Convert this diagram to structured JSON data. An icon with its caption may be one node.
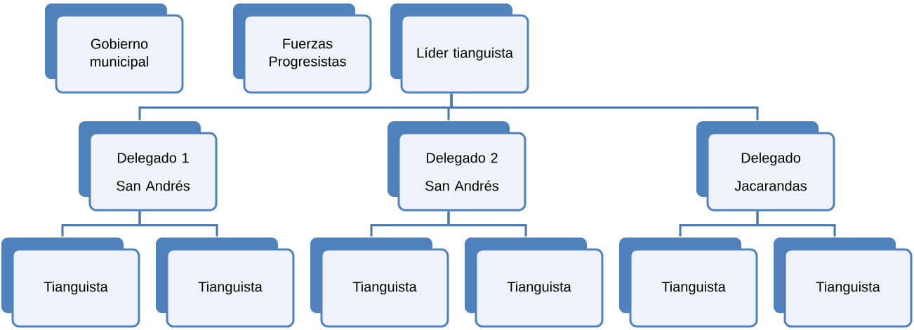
{
  "diagram": {
    "nodes": [
      {
        "text": [
          "Gobierno municipal"
        ]
      },
      {
        "text": [
          "Fuerzas Progresistas"
        ]
      },
      {
        "text": [
          "Líder tianguista"
        ]
      },
      {
        "text": [
          "Delegado 1 San Andrés"
        ]
      },
      {
        "text": [
          "Delegado 2 San Andrés"
        ]
      },
      {
        "text": [
          "Delegado Jacarandas"
        ]
      },
      {
        "text": [
          "Tianguista"
        ]
      },
      {
        "text": [
          "Tianguista"
        ]
      },
      {
        "text": [
          "Tianguista"
        ]
      },
      {
        "text": [
          "Tianguista"
        ]
      },
      {
        "text": [
          "Tianguista"
        ]
      },
      {
        "text": [
          "Tianguista"
        ]
      }
    ],
    "edges": [
      {
        "from": 2,
        "to": 3,
        "arrow": "none"
      },
      {
        "from": 2,
        "to": 4,
        "arrow": "none"
      },
      {
        "from": 2,
        "to": 5,
        "arrow": "none"
      },
      {
        "from": 3,
        "to": 6,
        "arrow": "none"
      },
      {
        "from": 3,
        "to": 7,
        "arrow": "none"
      },
      {
        "from": 4,
        "to": 8,
        "arrow": "none"
      },
      {
        "from": 4,
        "to": 9,
        "arrow": "none"
      },
      {
        "from": 5,
        "to": 10,
        "arrow": "none"
      },
      {
        "from": 5,
        "to": 11,
        "arrow": "none"
      }
    ]
  }
}
